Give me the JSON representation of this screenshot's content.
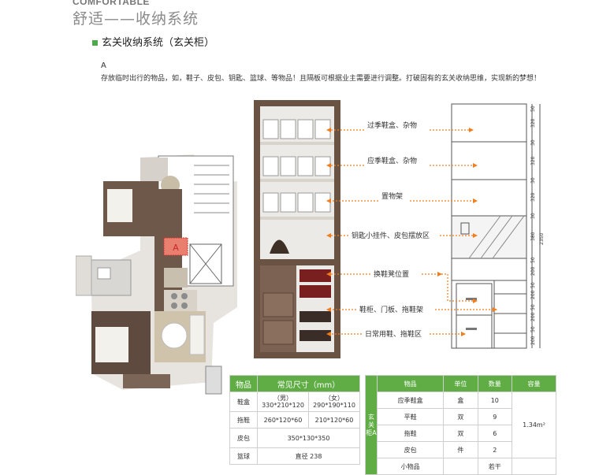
{
  "header": {
    "brand": "COMFORTABLE",
    "title": "舒适——收纳系统"
  },
  "section": {
    "title": "玄关收纳系统（玄关柜）"
  },
  "intro": {
    "label": "A",
    "text": "存放临时出行的物品，如，鞋子、皮包、钥匙、篮球、等物品！且隔板可根据业主需要进行调整。打破固有的玄关收纳思维，实现新的梦想！"
  },
  "floorplan": {
    "marker": "A"
  },
  "callouts": [
    "过季鞋盒、杂物",
    "应季鞋盒、杂物",
    "置物架",
    "钥匙小挂件、皮包摆放区",
    "换鞋凳位置",
    "鞋柜、门板、拖鞋架",
    "日常用鞋、拖鞋区"
  ],
  "elevation": {
    "dims": [
      "50",
      "320",
      "30",
      "320",
      "30",
      "320",
      "30",
      "380",
      "50",
      "200",
      "50",
      "200",
      "50",
      "200",
      "50",
      "200"
    ],
    "total": "2350"
  },
  "colors": {
    "accent": "#5fad44",
    "arrow": "#f07d1e",
    "wood": "#6b5344"
  },
  "table1": {
    "headers": [
      "物品",
      "常见尺寸（mm）"
    ],
    "rows": [
      {
        "item": "鞋盒",
        "m_label": "（男）",
        "m": "330*210*120",
        "f_label": "（女）",
        "f": "290*190*110"
      },
      {
        "item": "拖鞋",
        "m": "260*120*60",
        "f": "210*120*60"
      },
      {
        "item": "皮包",
        "size": "350*130*350"
      },
      {
        "item": "篮球",
        "size": "直径 238"
      }
    ]
  },
  "table2": {
    "side": "玄关柜A",
    "headers": [
      "物品",
      "单位",
      "数量",
      "容量"
    ],
    "rows": [
      {
        "item": "应季鞋盒",
        "unit": "盒",
        "qty": "10"
      },
      {
        "item": "平鞋",
        "unit": "双",
        "qty": "9"
      },
      {
        "item": "拖鞋",
        "unit": "双",
        "qty": "6"
      },
      {
        "item": "皮包",
        "unit": "件",
        "qty": "2"
      },
      {
        "item": "小物品",
        "unit": "",
        "qty": "若干"
      }
    ],
    "capacity": "1.34m²"
  }
}
